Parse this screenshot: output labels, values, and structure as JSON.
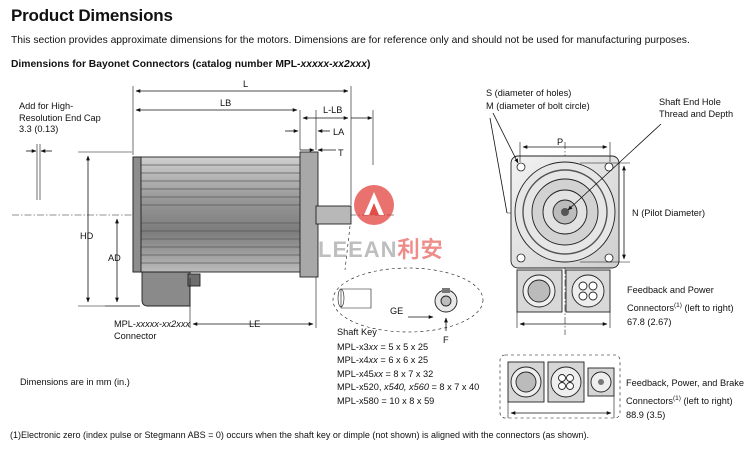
{
  "header": {
    "title": "Product Dimensions",
    "intro": "This section provides approximate dimensions for the motors. Dimensions are for reference only and should not be used for manufacturing purposes.",
    "subheading_prefix": "Dimensions for Bayonet Connectors (catalog number MPL-",
    "subheading_catalog": "xxxxx-xx2xxx",
    "subheading_suffix": ")"
  },
  "side_view": {
    "end_cap_line1": "Add for High-",
    "end_cap_line2": "Resolution End Cap",
    "end_cap_line3": "3.3 (0.13)",
    "L": "L",
    "LB": "LB",
    "L_LB": "L-LB",
    "LA": "LA",
    "T": "T",
    "HD": "HD",
    "AD": "AD",
    "LE": "LE",
    "connector_prefix": "MPL-",
    "connector_catalog": "xxxxx-xx2xxx",
    "connector_line2": "Connector"
  },
  "shaft": {
    "GE": "GE",
    "F": "F",
    "key_title": "Shaft Key",
    "keys": [
      {
        "pre": "MPL-x3",
        "it": "xx",
        "post": " = 5 x 5 x 25"
      },
      {
        "pre": "MPL-x4",
        "it": "xx",
        "post": " = 6 x 6 x 25"
      },
      {
        "pre": "MPL-x45",
        "it": "xx",
        "post": " = 8 x 7 x 32"
      },
      {
        "pre": "MPL-x520, ",
        "it": "x540, x560",
        "post": " = 8 x 7 x 40"
      },
      {
        "pre": "MPL-x580",
        "it": "",
        "post": " = 10 x 8 x 59"
      }
    ]
  },
  "front_view": {
    "S": "S (diameter of holes)",
    "M": "M (diameter of bolt circle)",
    "shaft_end_line1": "Shaft End Hole",
    "shaft_end_line2": "Thread and Depth",
    "P": "P",
    "N": "N  (Pilot Diameter)",
    "fp_line1": "Feedback and Power",
    "fp_line2": "Connectors",
    "fp_sup": "(1)",
    "fp_line2b": " (left to right)",
    "fp_dim": "67.8 (2.67)",
    "fpb_line1": "Feedback, Power, and Brake",
    "fpb_line2": "Connectors",
    "fpb_sup": "(1)",
    "fpb_line2b": " (left to right)",
    "fpb_dim": "88.9 (3.5)"
  },
  "notes": {
    "units": "Dimensions are in mm (in.)",
    "footnote": "(1)Electronic zero (index pulse or Stegmann ABS = 0) occurs when the shaft key or dimple (not shown) is aligned with the connectors (as shown)."
  },
  "watermark": {
    "brand_latin": "LEEAN",
    "brand_cn": "利安"
  },
  "colors": {
    "watermark_red": "#e0302a",
    "watermark_gray": "#8a8a8a"
  }
}
